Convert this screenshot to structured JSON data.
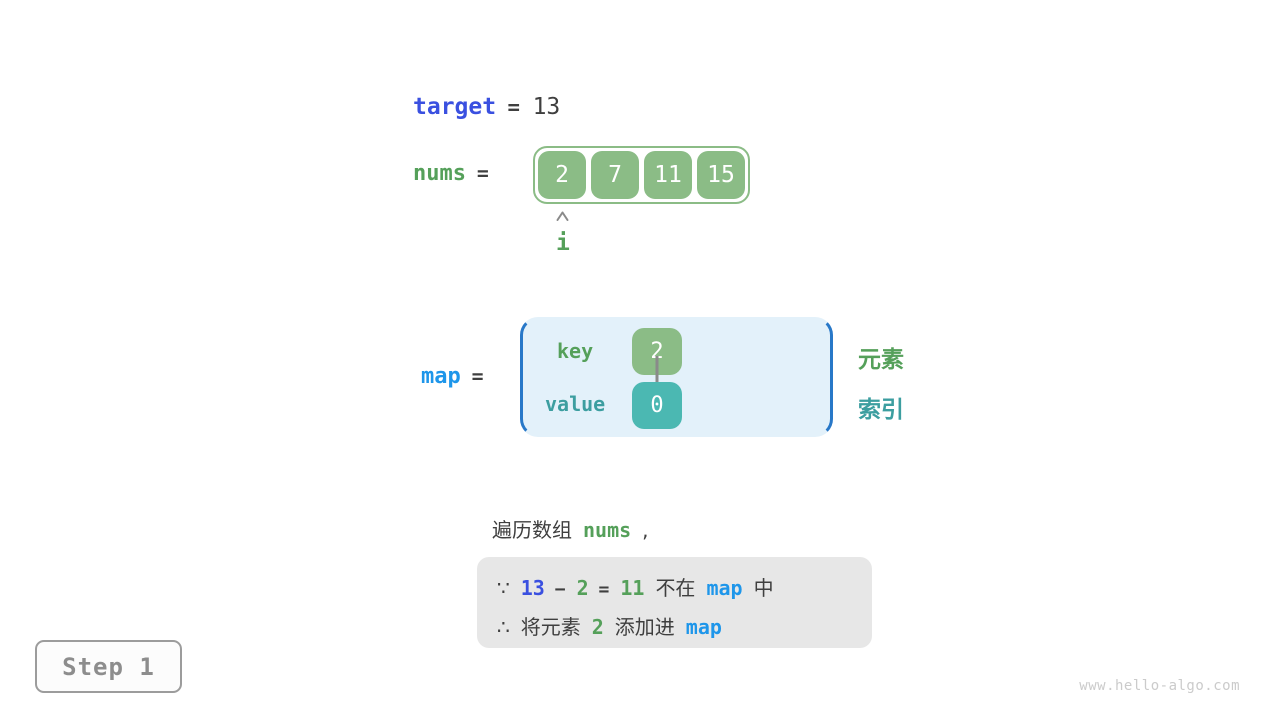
{
  "palette": {
    "royal_blue": "#3a50e0",
    "bright_blue": "#1e96ea",
    "green_text": "#55a05a",
    "green_fill": "#8bbc86",
    "teal_text": "#3c9ea0",
    "teal_fill": "#4bb8b2",
    "map_box_fill": "#e3f1fa",
    "map_box_border": "#2878c8",
    "dark_text": "#3f3f3f",
    "pointer_gray": "#8a8a8a",
    "callout_bg": "#e7e7e7",
    "step_text": "#8d8d8d",
    "watermark_gray": "#cbcbcb"
  },
  "target_line": {
    "tokens": [
      {
        "text": "target",
        "style": "royal"
      },
      {
        "text": "=",
        "style": "eq"
      },
      {
        "text": "13",
        "style": "val"
      }
    ]
  },
  "nums_section": {
    "label_tokens": [
      {
        "text": "nums",
        "style": "green"
      },
      {
        "text": "=",
        "style": "eq"
      }
    ],
    "values": [
      "2",
      "7",
      "11",
      "15"
    ],
    "pointer_label": "i"
  },
  "map_section": {
    "label_tokens": [
      {
        "text": "map",
        "style": "lightblue"
      },
      {
        "text": "=",
        "style": "eq"
      }
    ],
    "key_label": "key",
    "key_value": "2",
    "value_label": "value",
    "value_value": "0",
    "legend_top": "元素",
    "legend_bottom": "索引"
  },
  "caption_tokens": [
    {
      "text": "遍历数组",
      "style": "cjk"
    },
    {
      "text": "nums",
      "style": "green"
    },
    {
      "text": ",",
      "style": "cjk"
    }
  ],
  "callout": {
    "line1": [
      {
        "text": "∵",
        "style": "cjk"
      },
      {
        "text": "13",
        "style": "royal"
      },
      {
        "text": "−",
        "style": "eq"
      },
      {
        "text": "2",
        "style": "green"
      },
      {
        "text": "=",
        "style": "eq"
      },
      {
        "text": "11",
        "style": "green"
      },
      {
        "text": "不在",
        "style": "cjk"
      },
      {
        "text": "map",
        "style": "lightblue"
      },
      {
        "text": "中",
        "style": "cjk"
      }
    ],
    "line2": [
      {
        "text": "∴",
        "style": "cjk"
      },
      {
        "text": "将元素",
        "style": "cjk"
      },
      {
        "text": "2",
        "style": "green"
      },
      {
        "text": "添加进",
        "style": "cjk"
      },
      {
        "text": "map",
        "style": "lightblue"
      }
    ]
  },
  "step_badge": "Step 1",
  "watermark": "www.hello-algo.com"
}
